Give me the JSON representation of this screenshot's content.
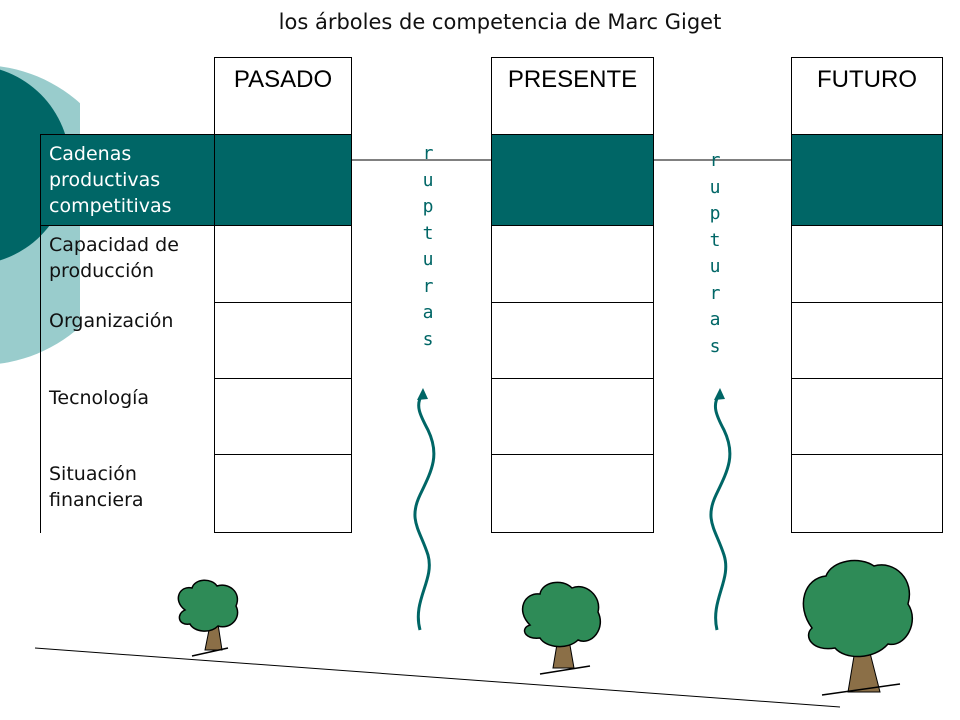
{
  "title": "los árboles de competencia de Marc Giget",
  "columns": [
    "PASADO",
    "PRESENTE",
    "FUTURO"
  ],
  "rows": [
    "Cadenas productivas competitivas",
    "Capacidad de producción",
    "Organización",
    "Tecnología",
    "Situación financiera"
  ],
  "ruptures": [
    "rupturas",
    "rupturas"
  ],
  "colors": {
    "teal": "#006666",
    "light_teal": "#99CCCC",
    "tree_green": "#2E8B57",
    "trunk": "#8B6F47"
  }
}
